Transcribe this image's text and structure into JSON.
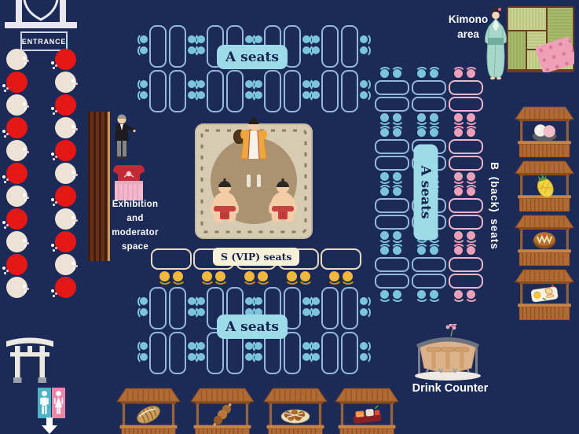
{
  "colors": {
    "background": "#1c2a57",
    "seat_blue": "#7cc4de",
    "seat_pink": "#eb9fb8",
    "seat_gold": "#f2b73d",
    "seat_gold_arc": "#c9881f",
    "table_blue": "#93b7dd",
    "table_pink": "#e9b6ca",
    "table_vip": "#e8ddc0",
    "label_bg": "#9edbe8",
    "label_text": "#17244d",
    "vip_label_bg": "#f7f1da",
    "lantern_red": "#e41616",
    "lantern_white": "#ece3d6"
  },
  "entrance": {
    "label": "ENTRANCE"
  },
  "seating": {
    "top_a": {
      "label": "A seats",
      "rows": 2,
      "groups": 4,
      "tables_per_group": 2,
      "seats_per_side": 2,
      "seat_color": "blue"
    },
    "bottom_a": {
      "label": "A seats",
      "rows": 2,
      "groups": 4,
      "tables_per_group": 2,
      "seats_per_side": 2,
      "seat_color": "blue"
    },
    "right_a": {
      "label": "A seats",
      "back_label": "B (back) seats",
      "column_colors": [
        "blue",
        "blue",
        "pink"
      ],
      "groups_per_column": 4,
      "tables_per_group": 2,
      "seats_per_row": 2
    },
    "vip": {
      "label": "S (VIP) seats",
      "tables": 5,
      "seats_per_table": 2,
      "seat_color": "gold"
    }
  },
  "areas": {
    "kimono": {
      "line1": "Kimono",
      "line2": "area"
    },
    "exhibition": {
      "line1": "Exhibition",
      "line2": "and",
      "line3": "moderator",
      "line4": "space"
    },
    "drink_counter": {
      "label": "Drink Counter"
    }
  },
  "stalls": {
    "right": [
      "dango",
      "pineapple",
      "okonomiyaki",
      "tempura"
    ],
    "bottom": [
      "taiyaki",
      "skewer",
      "takoyaki",
      "sushi"
    ]
  },
  "lanterns": {
    "columns": 2,
    "per_column": 11,
    "colors": [
      "white",
      "red"
    ]
  }
}
